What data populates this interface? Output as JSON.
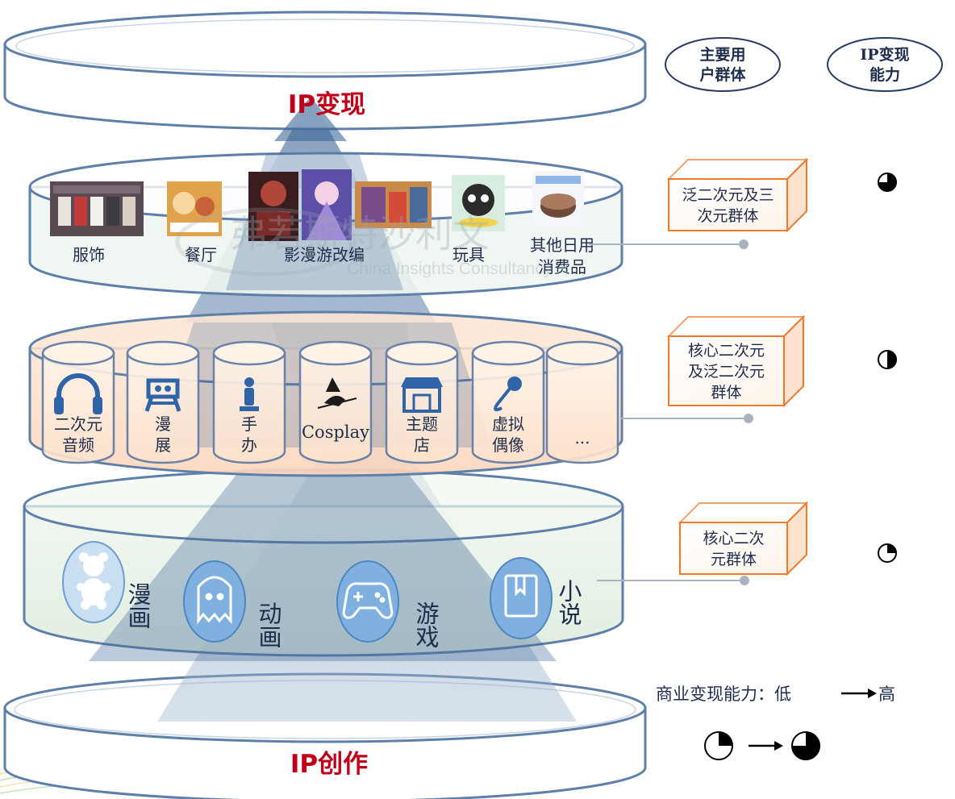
{
  "top_label": "IP变现",
  "bottom_label": "IP创作",
  "header": {
    "group_col": "主要用户群体",
    "ability_col": "IP变现能力"
  },
  "layer1": {
    "items": [
      {
        "label": "服饰"
      },
      {
        "label": "餐厅"
      },
      {
        "label": "影漫游改编"
      },
      {
        "label": "玩具"
      },
      {
        "label": "其他日用消费品"
      }
    ],
    "group": "泛二次元及三次元群体",
    "ability": 0.75
  },
  "layer2": {
    "items": [
      {
        "label": "二次元音频",
        "icon": "headphones-icon"
      },
      {
        "label": "漫展",
        "icon": "exhibition-booth-icon"
      },
      {
        "label": "手办",
        "icon": "figure-icon"
      },
      {
        "label": "Cosplay",
        "icon": "witch-icon"
      },
      {
        "label": "主题店",
        "icon": "storefront-icon"
      },
      {
        "label": "虚拟偶像",
        "icon": "microphone-icon"
      },
      {
        "label": "..."
      }
    ],
    "group": "核心二次元及泛二次元群体",
    "ability": 0.5
  },
  "layer3": {
    "items": [
      {
        "label": "漫画",
        "icon": "teddy-bear-icon"
      },
      {
        "label": "动画",
        "icon": "ghost-icon"
      },
      {
        "label": "游戏",
        "icon": "gamepad-icon"
      },
      {
        "label": "小说",
        "icon": "book-icon"
      }
    ],
    "group": "核心二次元群体",
    "ability": 0.25
  },
  "legend": {
    "text": "商业变现能力：低",
    "high": "高",
    "low_level": 0.25,
    "high_level": 0.75
  },
  "watermark": {
    "cn": "弗若斯特沙利文",
    "en": "China Insights Consultancy"
  },
  "colors": {
    "title_red": "#c0001a",
    "navy": "#1f2d4d",
    "orange_box": "#f07a2a",
    "icon_blue": "#2f64a8"
  }
}
